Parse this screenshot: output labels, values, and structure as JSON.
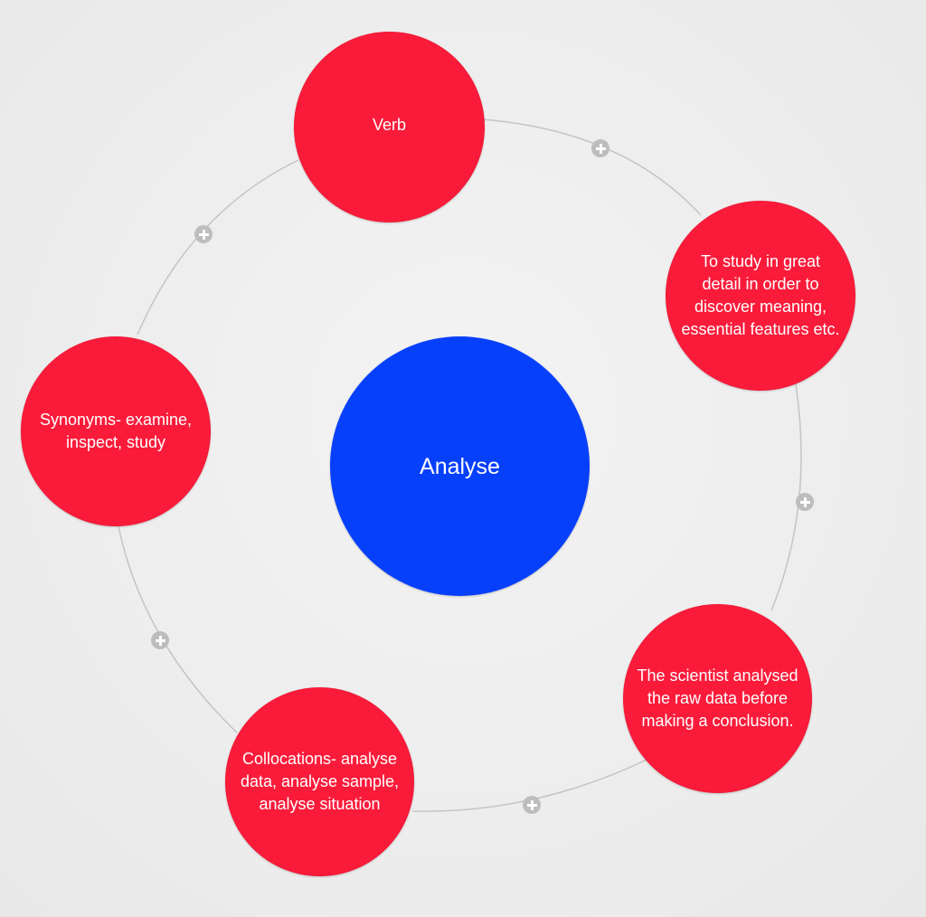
{
  "center": {
    "label": "Analyse",
    "color": "#0740fb"
  },
  "nodes": [
    {
      "id": "verb",
      "label": "Verb"
    },
    {
      "id": "definition",
      "label": "To study in great detail in order to discover meaning, essential features etc."
    },
    {
      "id": "example",
      "label": "The scientist analysed the raw data before making a conclusion."
    },
    {
      "id": "collocations",
      "label": "Collocations- analyse data, analyse sample, analyse situation"
    },
    {
      "id": "synonyms",
      "label": "Synonyms- examine, inspect, study"
    }
  ],
  "node_color": "#fa1b3a",
  "connector_color": "#c4c4c4",
  "add_icon": "plus-icon"
}
